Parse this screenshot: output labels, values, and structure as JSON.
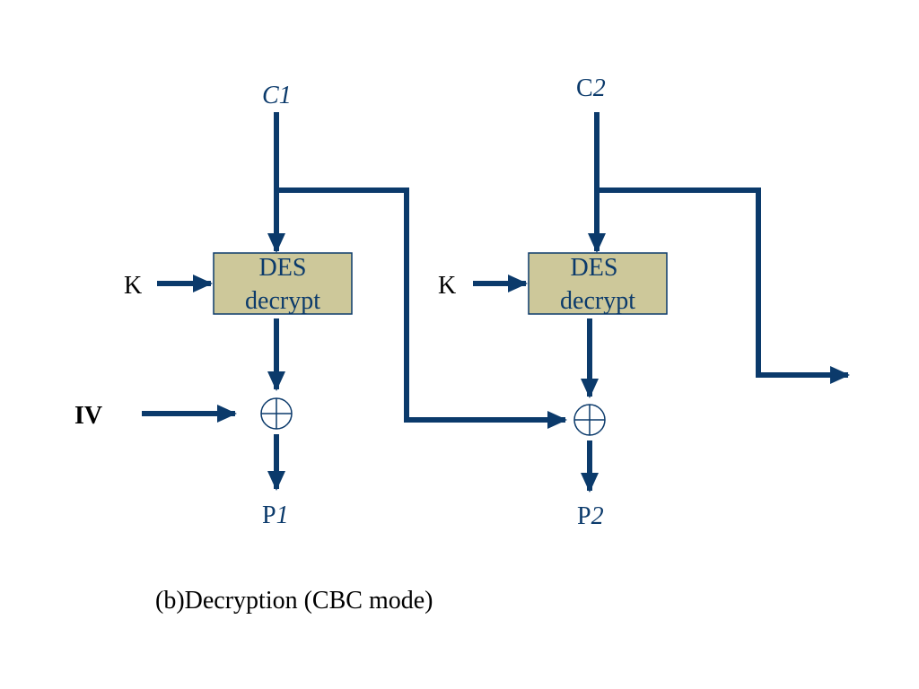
{
  "colors": {
    "line": "#0b3a6b",
    "box_fill": "#cdc89a",
    "box_stroke": "#0b3a6b",
    "text_dark": "#000000",
    "text_blue": "#0b3a6b"
  },
  "block1": {
    "input_prefix": "C",
    "input_index": "1",
    "key_label": "K",
    "box_line1": "DES",
    "box_line2": "decrypt",
    "output_prefix": "P",
    "output_index": "1"
  },
  "block2": {
    "input_prefix": "C",
    "input_index": "2",
    "key_label": "K",
    "box_line1": "DES",
    "box_line2": "decrypt",
    "output_prefix": "P",
    "output_index": "2"
  },
  "iv_label": "IV",
  "xor_symbol": "xor-icon",
  "caption": "(b)Decryption (CBC mode)"
}
